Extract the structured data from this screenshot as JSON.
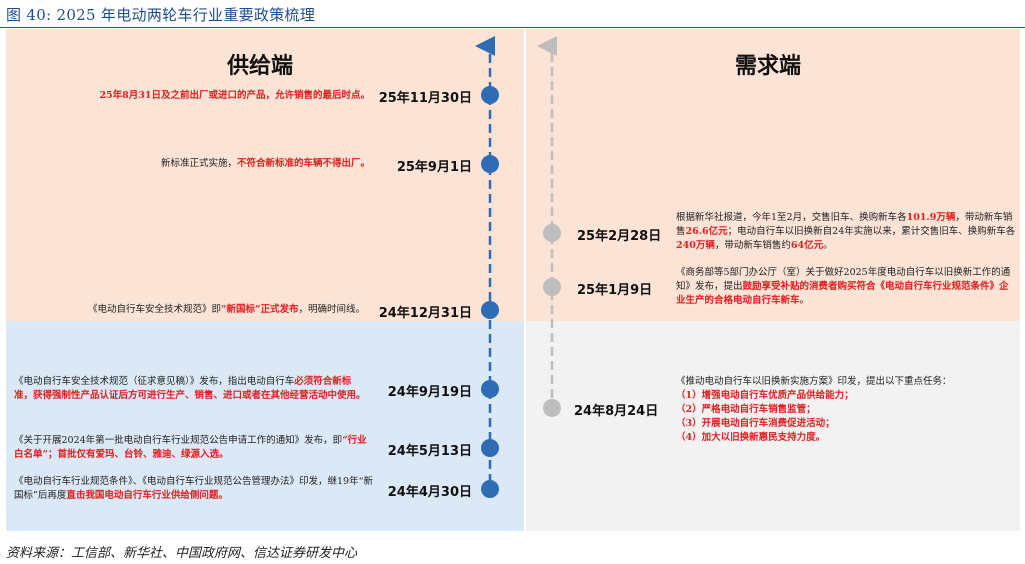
{
  "figure_title": "图 40:  2025 年电动两轮车行业重要政策梳理",
  "supply": {
    "title": "供给端",
    "events": [
      {
        "date": "25年11月30日",
        "parts": [
          {
            "t": "25年8月31日及之前出厂或进口的产品，允许销售的最后时点。",
            "h": true
          }
        ]
      },
      {
        "date": "25年9月1日",
        "parts": [
          {
            "t": "新标准正式实施，",
            "h": false
          },
          {
            "t": "不符合新标准的车辆不得出厂。",
            "h": true
          }
        ]
      },
      {
        "date": "24年12月31日",
        "parts": [
          {
            "t": "《电动自行车安全技术规范》即",
            "h": false
          },
          {
            "t": "“新国标”正式发布",
            "h": true
          },
          {
            "t": "，明确时间线。",
            "h": false
          }
        ]
      },
      {
        "date": "24年9月19日",
        "parts": [
          {
            "t": "《电动自行车安全技术规范（征求意见稿）》发布，指出电动自行车",
            "h": false
          },
          {
            "t": "必须符合新标准，获得强制性产品认证后方可进行生产、销售、进口或者在其他经营活动中使用。",
            "h": true
          }
        ]
      },
      {
        "date": "24年5月13日",
        "parts": [
          {
            "t": "《关于开展2024年第一批电动自行车行业规范公告申请工作的通知》发布，即",
            "h": false
          },
          {
            "t": "“行业白名单”",
            "h": true
          },
          {
            "t": "；首批仅有爱玛、台铃、雅迪、绿源入选。",
            "h": true
          }
        ]
      },
      {
        "date": "24年4月30日",
        "parts": [
          {
            "t": "《电动自行车行业规范条件》、《电动自行车行业规范公告管理办法》印发，继19年“新国标”后再度",
            "h": false
          },
          {
            "t": "直击我国电动自行车行业供给侧问题。",
            "h": true
          }
        ]
      }
    ]
  },
  "demand": {
    "title": "需求端",
    "events": [
      {
        "date": "25年2月28日",
        "parts": [
          {
            "t": "根据新华社报道，今年1至2月，交售旧车、换购新车各",
            "h": false
          },
          {
            "t": "101.9万辆",
            "h": true
          },
          {
            "t": "，带动新车销售",
            "h": false
          },
          {
            "t": "26.6亿元",
            "h": true
          },
          {
            "t": "；电动自行车以旧换新自24年实施以来，累计交售旧车、换购新车各",
            "h": false
          },
          {
            "t": "240万辆",
            "h": true
          },
          {
            "t": "，带动新车销售约",
            "h": false
          },
          {
            "t": "64亿元",
            "h": true
          },
          {
            "t": "。",
            "h": false
          }
        ]
      },
      {
        "date": "25年1月9日",
        "parts": [
          {
            "t": "《商务部等5部门办公厅（室）关于做好2025年度电动自行车以旧换新工作的通知》发布，提出",
            "h": false
          },
          {
            "t": "鼓励享受补贴的消费者购买符合《电动自行车行业规范条件》企业生产的合格电动自行车新车",
            "h": true
          },
          {
            "t": "。",
            "h": false
          }
        ]
      },
      {
        "date": "24年8月24日",
        "parts": [
          {
            "t": "《推动电动自行车以旧换新实施方案》印发，提出以下重点任务：",
            "h": false
          },
          {
            "t": "（1）增强电动自行车优质产品供给能力；",
            "h": true
          },
          {
            "t": "（2）严格电动自行车销售监管；",
            "h": true
          },
          {
            "t": "（3）开展电动自行车消费促进活动；",
            "h": true
          },
          {
            "t": "（4）加大以旧换新惠民支持力度。",
            "h": true
          }
        ]
      }
    ]
  },
  "source": "资料来源：工信部、新华社、中国政府网、信达证券研发中心",
  "colors": {
    "supply_axis": "#2e6db6",
    "demand_axis": "#bdbdbd",
    "highlight": "#e02020"
  }
}
